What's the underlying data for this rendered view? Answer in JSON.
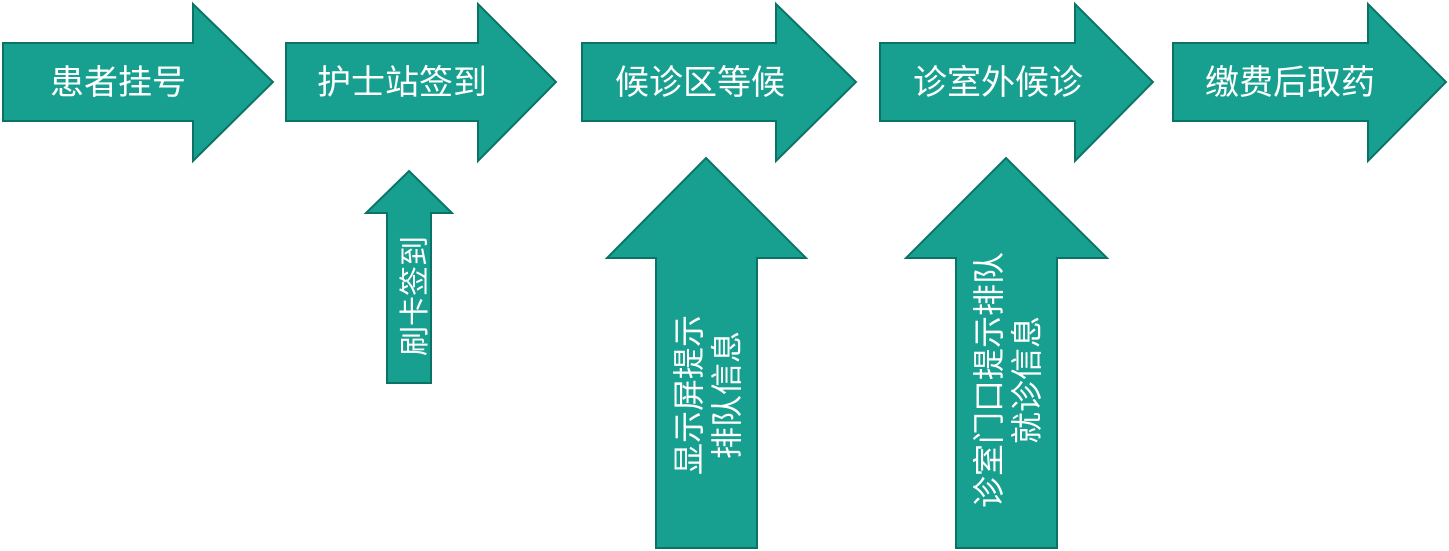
{
  "colors": {
    "arrow_fill": "#179f8f",
    "arrow_outline": "#0b7366",
    "text": "#ffffff"
  },
  "steps": [
    {
      "label": "患者挂号"
    },
    {
      "label": "护士站签到"
    },
    {
      "label": "候诊区等候"
    },
    {
      "label": "诊室外候诊"
    },
    {
      "label": "缴费后取药"
    }
  ],
  "supports": [
    {
      "lines": [
        "刷卡签到"
      ]
    },
    {
      "lines": [
        "显示屏提示",
        "排队信息"
      ]
    },
    {
      "lines": [
        "诊室门口提示排队",
        "就诊信息"
      ]
    }
  ]
}
